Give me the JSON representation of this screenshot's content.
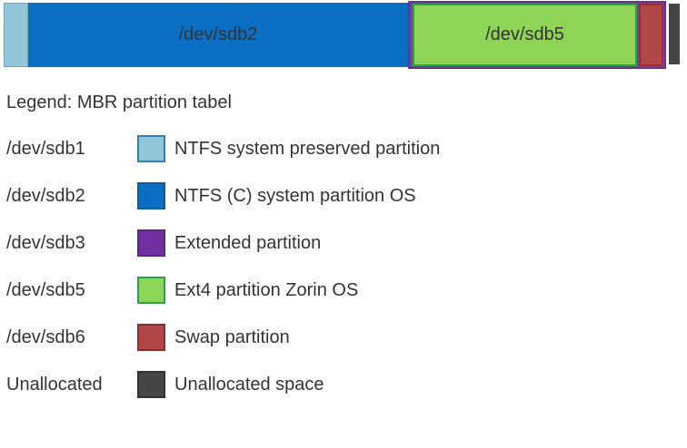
{
  "bar": {
    "sdb2_label": "/dev/sdb2",
    "sdb5_label": "/dev/sdb5"
  },
  "legend": {
    "title": "Legend: MBR partition tabel",
    "rows": [
      {
        "name": "/dev/sdb1",
        "color": "#92c5d8",
        "border": "#2f7fb0",
        "description": "NTFS system preserved partition"
      },
      {
        "name": "/dev/sdb2",
        "color": "#0a6fc2",
        "border": "#0a5ea6",
        "description": "NTFS (C) system partition OS"
      },
      {
        "name": "/dev/sdb3",
        "color": "#7030a0",
        "border": "#5a2785",
        "description": "Extended partition"
      },
      {
        "name": "/dev/sdb5",
        "color": "#8ed456",
        "border": "#27a34a",
        "description": "Ext4 partition Zorin OS"
      },
      {
        "name": "/dev/sdb6",
        "color": "#b04646",
        "border": "#8a2f2f",
        "description": "Swap partition"
      },
      {
        "name": "Unallocated",
        "color": "#454545",
        "border": "#333333",
        "description": "Unallocated space"
      }
    ]
  }
}
